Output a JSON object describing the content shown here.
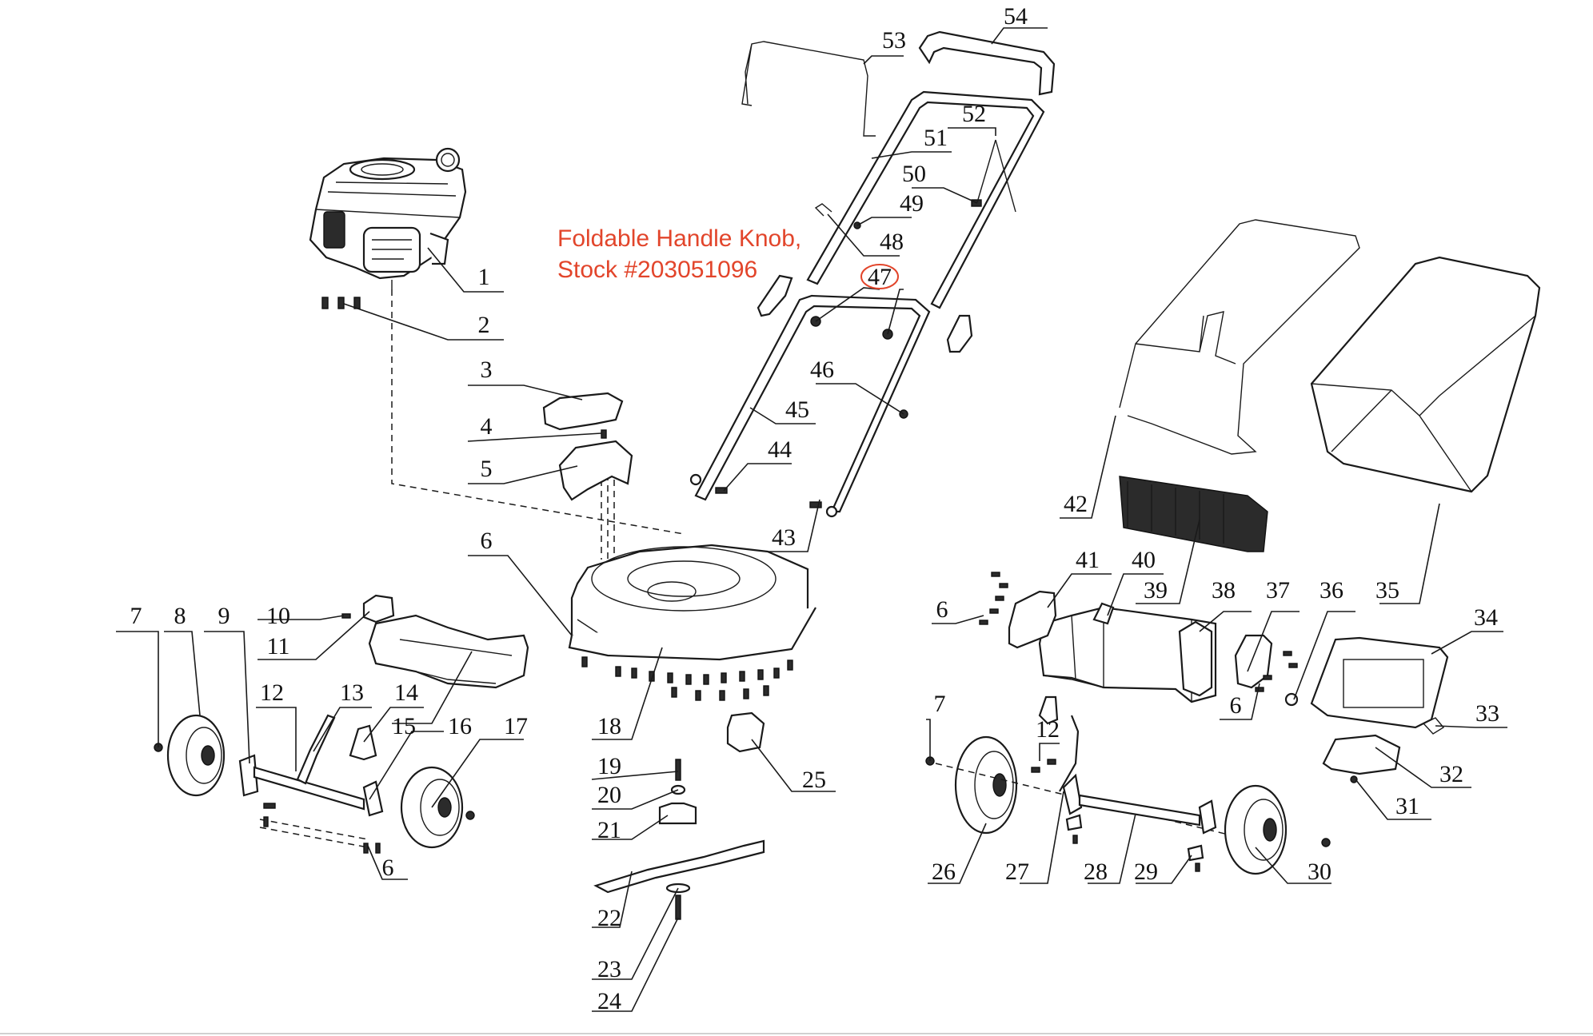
{
  "annotation": {
    "line1": "Foldable Handle Knob,",
    "line2": "Stock #203051096",
    "highlighted_part": "47",
    "color": "#e2452b"
  },
  "parts": {
    "p1": "1",
    "p2": "2",
    "p3": "3",
    "p4": "4",
    "p5": "5",
    "p6a": "6",
    "p6b": "6",
    "p6c": "6",
    "p6d": "6",
    "p7a": "7",
    "p7b": "7",
    "p8": "8",
    "p9": "9",
    "p10": "10",
    "p11": "11",
    "p12a": "12",
    "p12b": "12",
    "p13": "13",
    "p14": "14",
    "p15": "15",
    "p16": "16",
    "p17": "17",
    "p18": "18",
    "p19": "19",
    "p20": "20",
    "p21": "21",
    "p22": "22",
    "p23": "23",
    "p24": "24",
    "p25": "25",
    "p26": "26",
    "p27": "27",
    "p28": "28",
    "p29": "29",
    "p30": "30",
    "p31": "31",
    "p32": "32",
    "p33": "33",
    "p34": "34",
    "p35": "35",
    "p36": "36",
    "p37": "37",
    "p38": "38",
    "p39": "39",
    "p40": "40",
    "p41": "41",
    "p42": "42",
    "p43": "43",
    "p44": "44",
    "p45": "45",
    "p46": "46",
    "p47": "47",
    "p48": "48",
    "p49": "49",
    "p50": "50",
    "p51": "51",
    "p52": "52",
    "p53": "53",
    "p54": "54"
  }
}
